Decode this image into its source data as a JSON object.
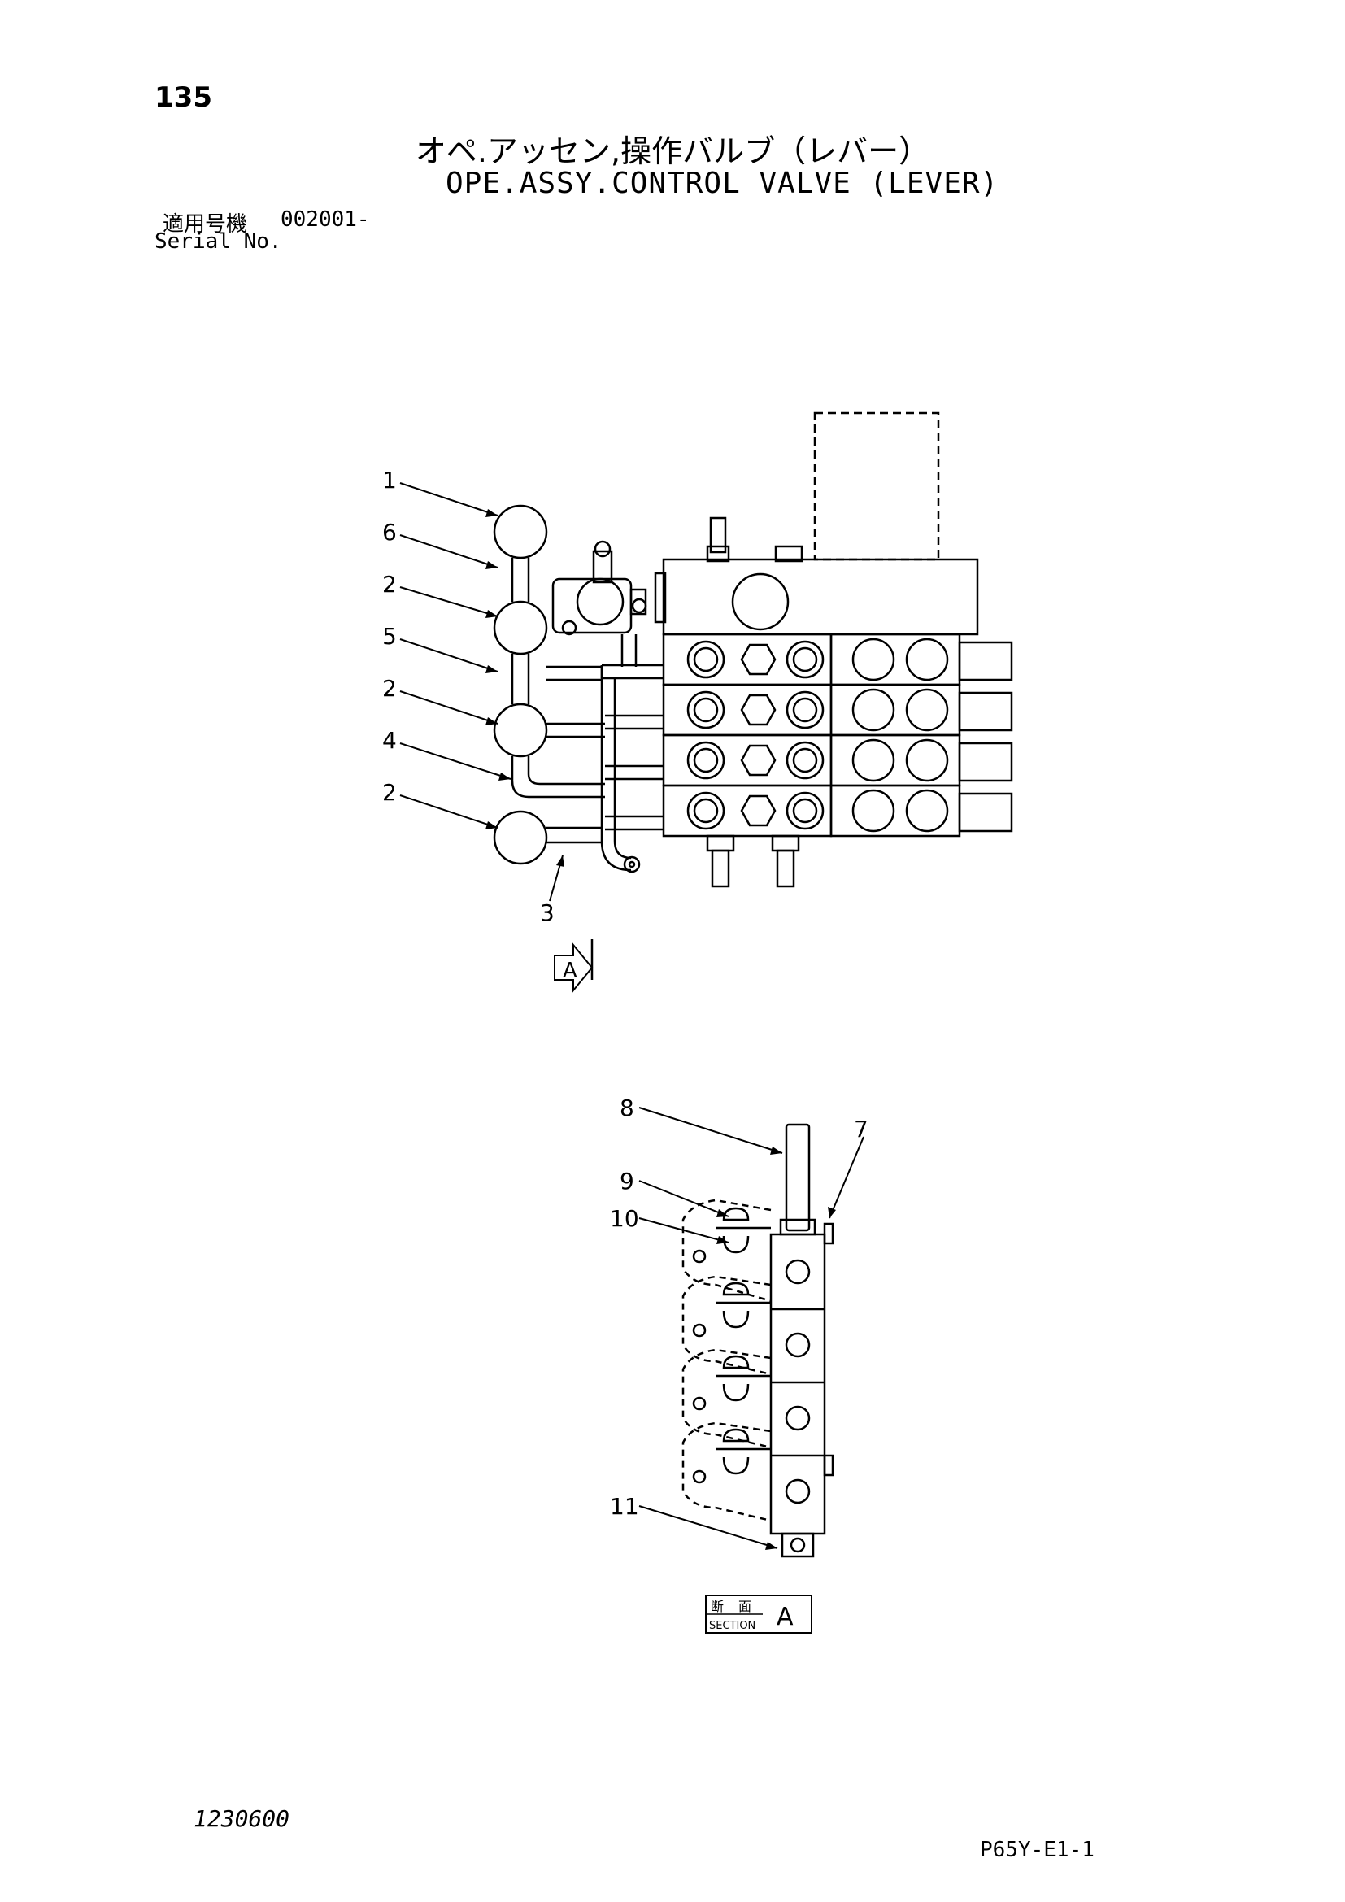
{
  "header": {
    "page_number": "135",
    "title_jp": "オペ.アッセン,操作バルブ（レバー）",
    "title_en": "OPE.ASSY.CONTROL VALVE (LEVER)",
    "serial_label_jp": "適用号機",
    "serial_value": "002001-",
    "serial_label_en": "Serial No."
  },
  "callouts_top": [
    "1",
    "6",
    "2",
    "5",
    "2",
    "4",
    "2",
    "3"
  ],
  "callouts_bottom": [
    "8",
    "7",
    "9",
    "10",
    "11"
  ],
  "view_marker": "A",
  "section_label": {
    "jp_left": "断",
    "jp_right": "面",
    "en": "SECTION",
    "letter": "A"
  },
  "footer": {
    "drawing_number": "1230600",
    "sheet_code": "P65Y-E1-1"
  }
}
